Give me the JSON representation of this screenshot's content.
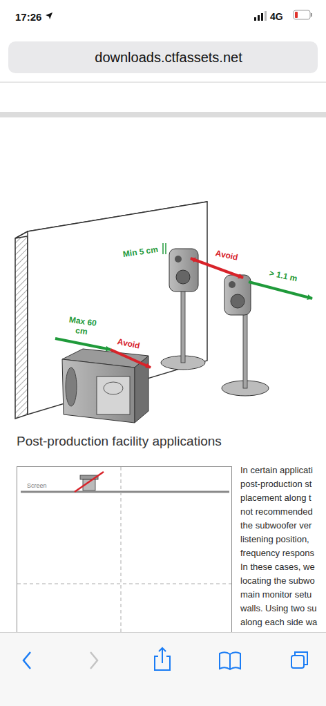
{
  "diagram": {
    "title": "Post-production facility applications",
    "nodes": [
      {
        "text": [
          "downloads.ctfassets.net"
        ]
      },
      {
        "text": [
          "Screen"
        ]
      }
    ],
    "labels": [
      "17:26",
      "4G",
      "Min 5 cm",
      "Avoid",
      "> 1.1 m",
      "Max 60 cm",
      "Avoid",
      "In certain applicati",
      "post-production st",
      "placement along t",
      "not recommended",
      "the subwoofer ver",
      "listening position,",
      "frequency respons",
      "In these cases, we",
      "locating the subwo",
      "main monitor setu",
      "walls. Using two su",
      "along each side wa"
    ]
  }
}
